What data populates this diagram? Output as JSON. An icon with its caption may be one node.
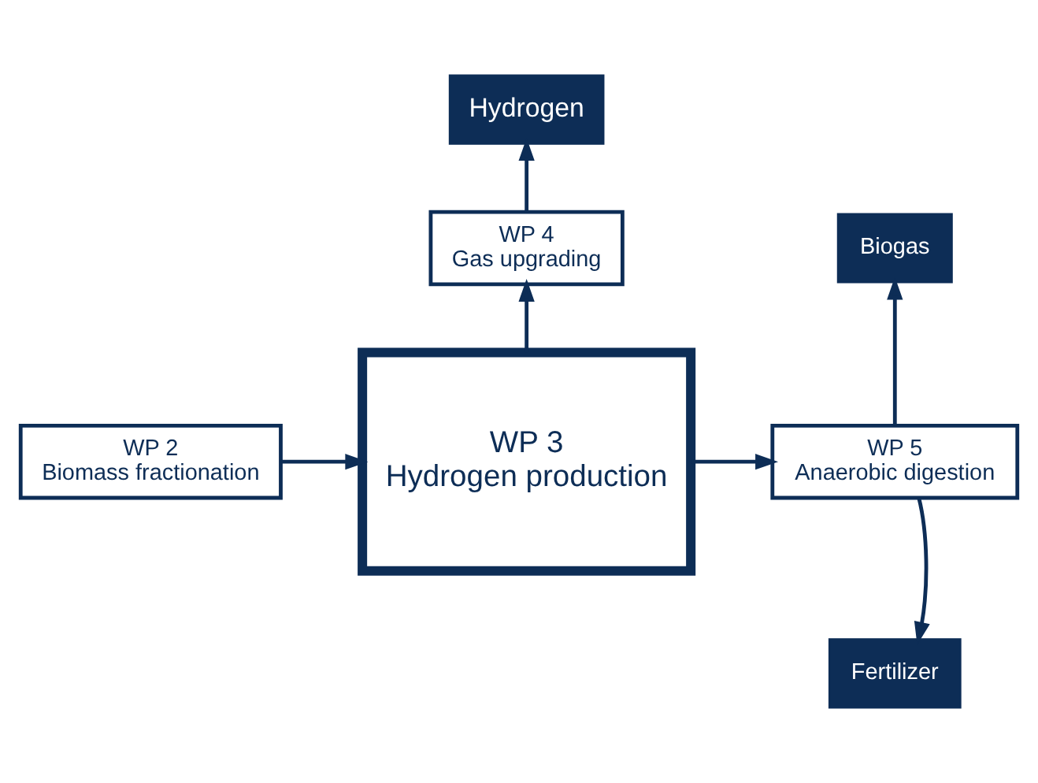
{
  "diagram": {
    "nodes": [
      {
        "text": [
          "Hydrogen"
        ]
      },
      {
        "text": [
          "WP 4 Gas upgrading"
        ]
      },
      {
        "text": [
          "Biogas"
        ]
      },
      {
        "text": [
          "WP 2 Biomass fractionation"
        ]
      },
      {
        "text": [
          "WP 3 Hydrogen production"
        ]
      },
      {
        "text": [
          "WP 5 Anaerobic digestion"
        ]
      },
      {
        "text": [
          "Fertilizer"
        ]
      }
    ],
    "edges": [
      {
        "from": 3,
        "to": 4,
        "arrow": "to"
      },
      {
        "from": 4,
        "to": 1,
        "arrow": "to"
      },
      {
        "from": 1,
        "to": 0,
        "arrow": "to"
      },
      {
        "from": 4,
        "to": 5,
        "arrow": "to"
      },
      {
        "from": 5,
        "to": 2,
        "arrow": "to"
      },
      {
        "from": 5,
        "to": 6,
        "arrow": "to"
      }
    ]
  }
}
